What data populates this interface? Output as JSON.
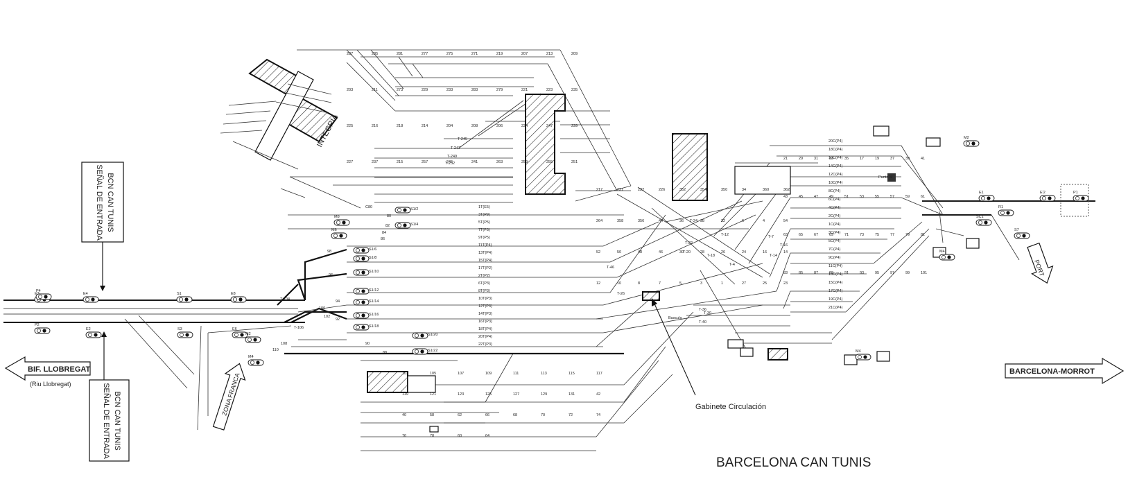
{
  "title": "BARCELONA CAN TUNIS",
  "signs": {
    "entrada_top": [
      "SEÑAL DE ENTRADA",
      "BCN CAN TUNIS"
    ],
    "entrada_bottom": [
      "SEÑAL DE ENTRADA",
      "BCN CAN TUNIS"
    ]
  },
  "arrows": {
    "left": "BIF. LLOBREGAT",
    "left_sub": "(Riu Llobregat)",
    "right": "BARCELONA-MORROT",
    "port": "PORT",
    "zona_franca": "ZONA FRANCA"
  },
  "labels": {
    "integria": "INTEGRIA",
    "gabinete": "Gabinete Circulación",
    "punto_m": "Punto M",
    "bascula": "Bascula"
  },
  "signals": [
    {
      "id": "E1",
      "t": "E1"
    },
    {
      "id": "E2",
      "t": "E'2"
    },
    {
      "id": "P1",
      "t": "P1"
    },
    {
      "id": "R1",
      "t": "R1"
    },
    {
      "id": "S7",
      "t": "S7"
    },
    {
      "id": "SC1",
      "t": "SC1"
    },
    {
      "id": "E4",
      "t": "E4"
    },
    {
      "id": "E2b",
      "t": "E2"
    },
    {
      "id": "E8",
      "t": "E8"
    },
    {
      "id": "E6",
      "t": "E6"
    },
    {
      "id": "S1",
      "t": "S1"
    },
    {
      "id": "S3",
      "t": "S3"
    },
    {
      "id": "M2",
      "t": "M2"
    },
    {
      "id": "M4",
      "t": "M4"
    },
    {
      "id": "M6",
      "t": "M6"
    },
    {
      "id": "M8",
      "t": "M8"
    },
    {
      "id": "M2r",
      "t": "M2"
    },
    {
      "id": "M4r",
      "t": "M4"
    },
    {
      "id": "M4b",
      "t": "M4"
    },
    {
      "id": "E3",
      "t": "E3"
    },
    {
      "id": "P2",
      "t": "P2"
    },
    {
      "id": "P4",
      "t": "P4"
    }
  ],
  "mid_signals": [
    "S1/2",
    "S1/4",
    "S1/6",
    "S1/8",
    "S1/10",
    "S1/12",
    "S1/14",
    "S1/16",
    "S1/18",
    "S1/20",
    "S1/22"
  ],
  "mid_nums": [
    "80",
    "82",
    "84",
    "86",
    "90",
    "88",
    "96",
    "98",
    "100",
    "102",
    "94",
    "92",
    "108",
    "110",
    "C80"
  ],
  "switches": [
    "T-104",
    "T-106",
    "T-245",
    "T-247",
    "T-249",
    "T-252",
    "T-46",
    "T-26",
    "T-24",
    "T-22",
    "T-20",
    "T-18",
    "T-16",
    "T-14",
    "T-12",
    "T-36",
    "T-30",
    "T-40",
    "T-7",
    "T-4"
  ],
  "track_numbers": [
    "287",
    "285",
    "281",
    "277",
    "275",
    "271",
    "219",
    "207",
    "213",
    "209",
    "203",
    "211",
    "273",
    "229",
    "233",
    "283",
    "279",
    "221",
    "223",
    "235",
    "225",
    "216",
    "218",
    "214",
    "204",
    "208",
    "206",
    "224",
    "247",
    "239",
    "227",
    "237",
    "215",
    "257",
    "245",
    "241",
    "263",
    "259",
    "255",
    "251",
    "217",
    "231",
    "222",
    "226",
    "352",
    "354",
    "350",
    "34",
    "360",
    "362",
    "264",
    "358",
    "356",
    "44",
    "36",
    "38",
    "32",
    "6",
    "4",
    "54",
    "52",
    "50",
    "48",
    "46",
    "30",
    "28",
    "26",
    "24",
    "16",
    "14",
    "12",
    "10",
    "8",
    "7",
    "5",
    "3",
    "1",
    "27",
    "25",
    "23",
    "21",
    "29",
    "31",
    "33",
    "35",
    "17",
    "19",
    "37",
    "39",
    "41",
    "43",
    "45",
    "47",
    "49",
    "51",
    "53",
    "55",
    "57",
    "59",
    "61",
    "63",
    "65",
    "67",
    "69",
    "71",
    "73",
    "75",
    "77",
    "79",
    "81",
    "83",
    "85",
    "87",
    "89",
    "91",
    "93",
    "95",
    "97",
    "99",
    "101",
    "103",
    "105",
    "107",
    "109",
    "111",
    "113",
    "115",
    "117",
    "119",
    "121",
    "123",
    "125",
    "127",
    "129",
    "131",
    "42",
    "40",
    "58",
    "62",
    "66",
    "68",
    "70",
    "72",
    "74",
    "76",
    "78",
    "60",
    "64"
  ],
  "track_names": [
    "1T(E5)",
    "3T(P9)",
    "5T(P5)",
    "7T(P3)",
    "9T(P5)",
    "11T(P4)",
    "13T(P4)",
    "15T(P4)",
    "17T(P2)",
    "2T(P2)",
    "6T(P3)",
    "8T(P3)",
    "10T(P3)",
    "12T(P3)",
    "14T(P3)",
    "16T(P3)",
    "18T(P4)",
    "20T(P4)",
    "22T(P3)",
    "20C(P4)",
    "18C(P4)",
    "16C(P4)",
    "14C(P4)",
    "12C(P4)",
    "10C(P4)",
    "8C(P4)",
    "6C(P4)",
    "4C(P4)",
    "2C(P4)",
    "1C(P4)",
    "3C(P4)",
    "5C(P4)",
    "7C(P4)",
    "9C(P4)",
    "11C(P4)",
    "13C(P4)",
    "15C(P4)",
    "17C(P4)",
    "19C(P4)",
    "21C(P4)"
  ]
}
